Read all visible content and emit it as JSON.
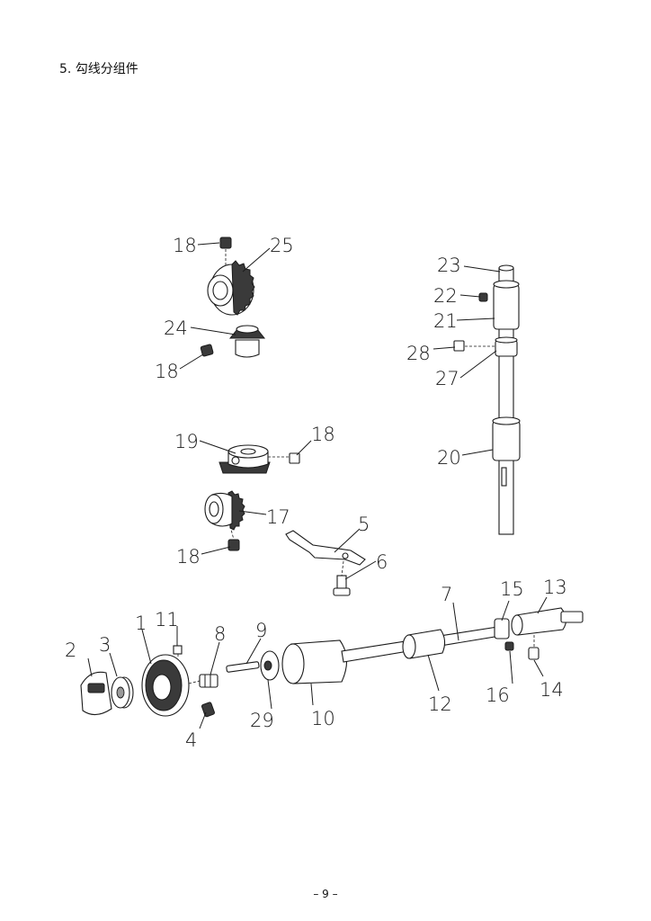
{
  "header": {
    "title": "5. 勾线分组件"
  },
  "footer": {
    "page_number": "– 9 –"
  },
  "callouts": {
    "c1": "1",
    "c2": "2",
    "c3": "3",
    "c4": "4",
    "c5": "5",
    "c6": "6",
    "c7": "7",
    "c8": "8",
    "c9": "9",
    "c10": "10",
    "c11": "11",
    "c12": "12",
    "c13": "13",
    "c14": "14",
    "c15": "15",
    "c16": "16",
    "c17": "17",
    "c18a": "18",
    "c18b": "18",
    "c18c": "18",
    "c18d": "18",
    "c19": "19",
    "c20": "20",
    "c21": "21",
    "c22": "22",
    "c23": "23",
    "c24": "24",
    "c25": "25",
    "c27": "27",
    "c28": "28",
    "c29": "29"
  }
}
